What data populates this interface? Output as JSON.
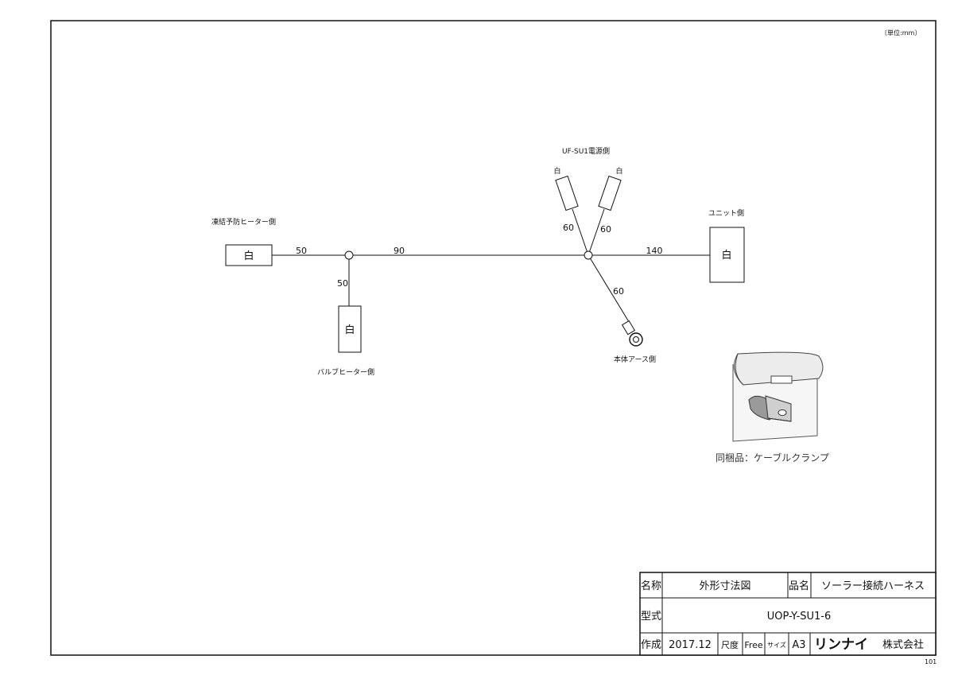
{
  "unit_note": "〔単位:mm〕",
  "sheet_number": "101",
  "labels": {
    "freeze_heater": "凍結予防ヒーター側",
    "valve_heater": "バルブヒーター側",
    "power_side": "UF-SU1電源側",
    "unit_side": "ユニット側",
    "earth_side": "本体アース側"
  },
  "connector_color": "白",
  "dimensions": {
    "seg_left": "50",
    "seg_mid": "90",
    "seg_right": "140",
    "drop_valve": "50",
    "branch_left": "60",
    "branch_right": "60",
    "branch_earth": "60"
  },
  "clamp_caption": "同梱品：ケーブルクランプ",
  "title_block": {
    "name_label": "名称",
    "name_value": "外形寸法図",
    "product_label": "品名",
    "product_value": "ソーラー接続ハーネス",
    "model_label": "型式",
    "model_value": "UOP-Y-SU1-6",
    "made_label": "作成",
    "date": "2017.12",
    "scale_label": "尺度",
    "scale_value": "Free",
    "size_label": "サイズ",
    "size_value": "A3",
    "brand": "リンナイ",
    "company_suffix": "株式会社"
  }
}
